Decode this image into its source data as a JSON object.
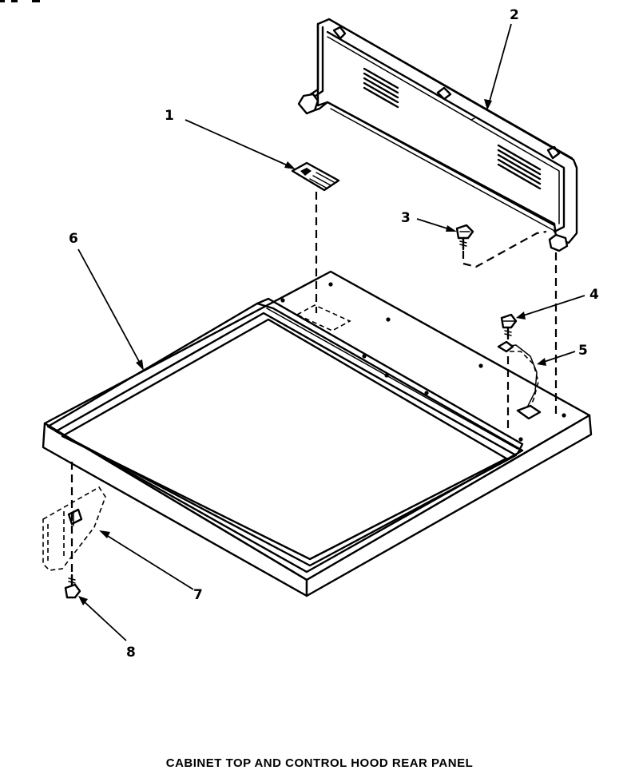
{
  "diagram": {
    "title": "CABINET TOP AND CONTROL HOOD REAR PANEL",
    "corner_label": "",
    "callouts": [
      {
        "id": "1",
        "label": "1"
      },
      {
        "id": "2",
        "label": "2"
      },
      {
        "id": "3",
        "label": "3"
      },
      {
        "id": "4",
        "label": "4"
      },
      {
        "id": "5",
        "label": "5"
      },
      {
        "id": "6",
        "label": "6"
      },
      {
        "id": "7",
        "label": "7"
      },
      {
        "id": "8",
        "label": "8"
      }
    ]
  }
}
